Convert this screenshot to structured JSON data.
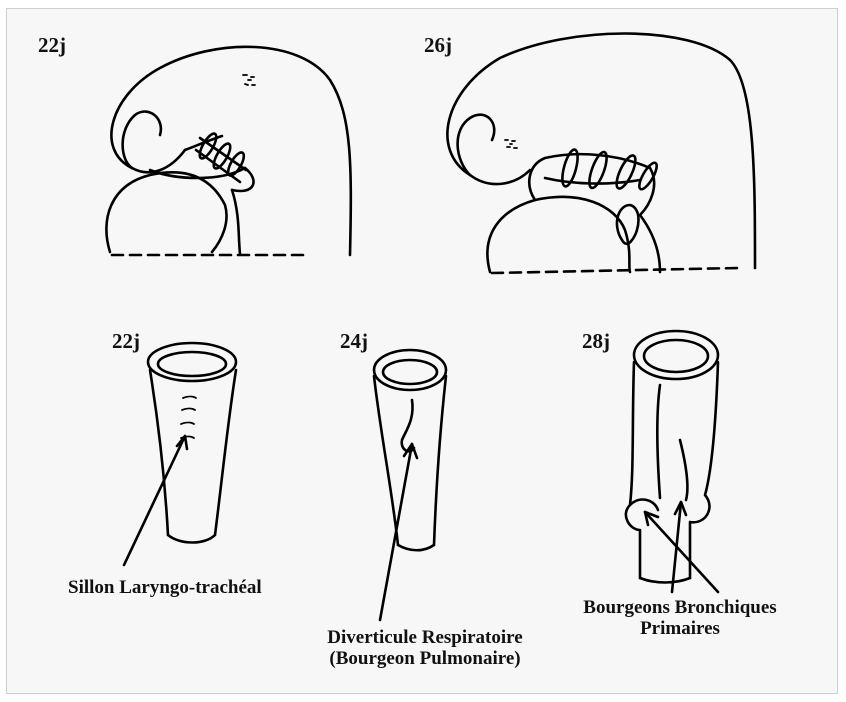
{
  "top_panels": {
    "left_stage": "22j",
    "right_stage": "26j"
  },
  "bottom_panels": {
    "left_stage": "22j",
    "middle_stage": "24j",
    "right_stage": "28j"
  },
  "annotations": {
    "sillon": "Sillon Laryngo-trachéal",
    "diverticule_line1": "Diverticule Respiratoire",
    "diverticule_line2": "(Bourgeon Pulmonaire)",
    "bourgeons_line1": "Bourgeons Bronchiques",
    "bourgeons_line2": "Primaires"
  }
}
